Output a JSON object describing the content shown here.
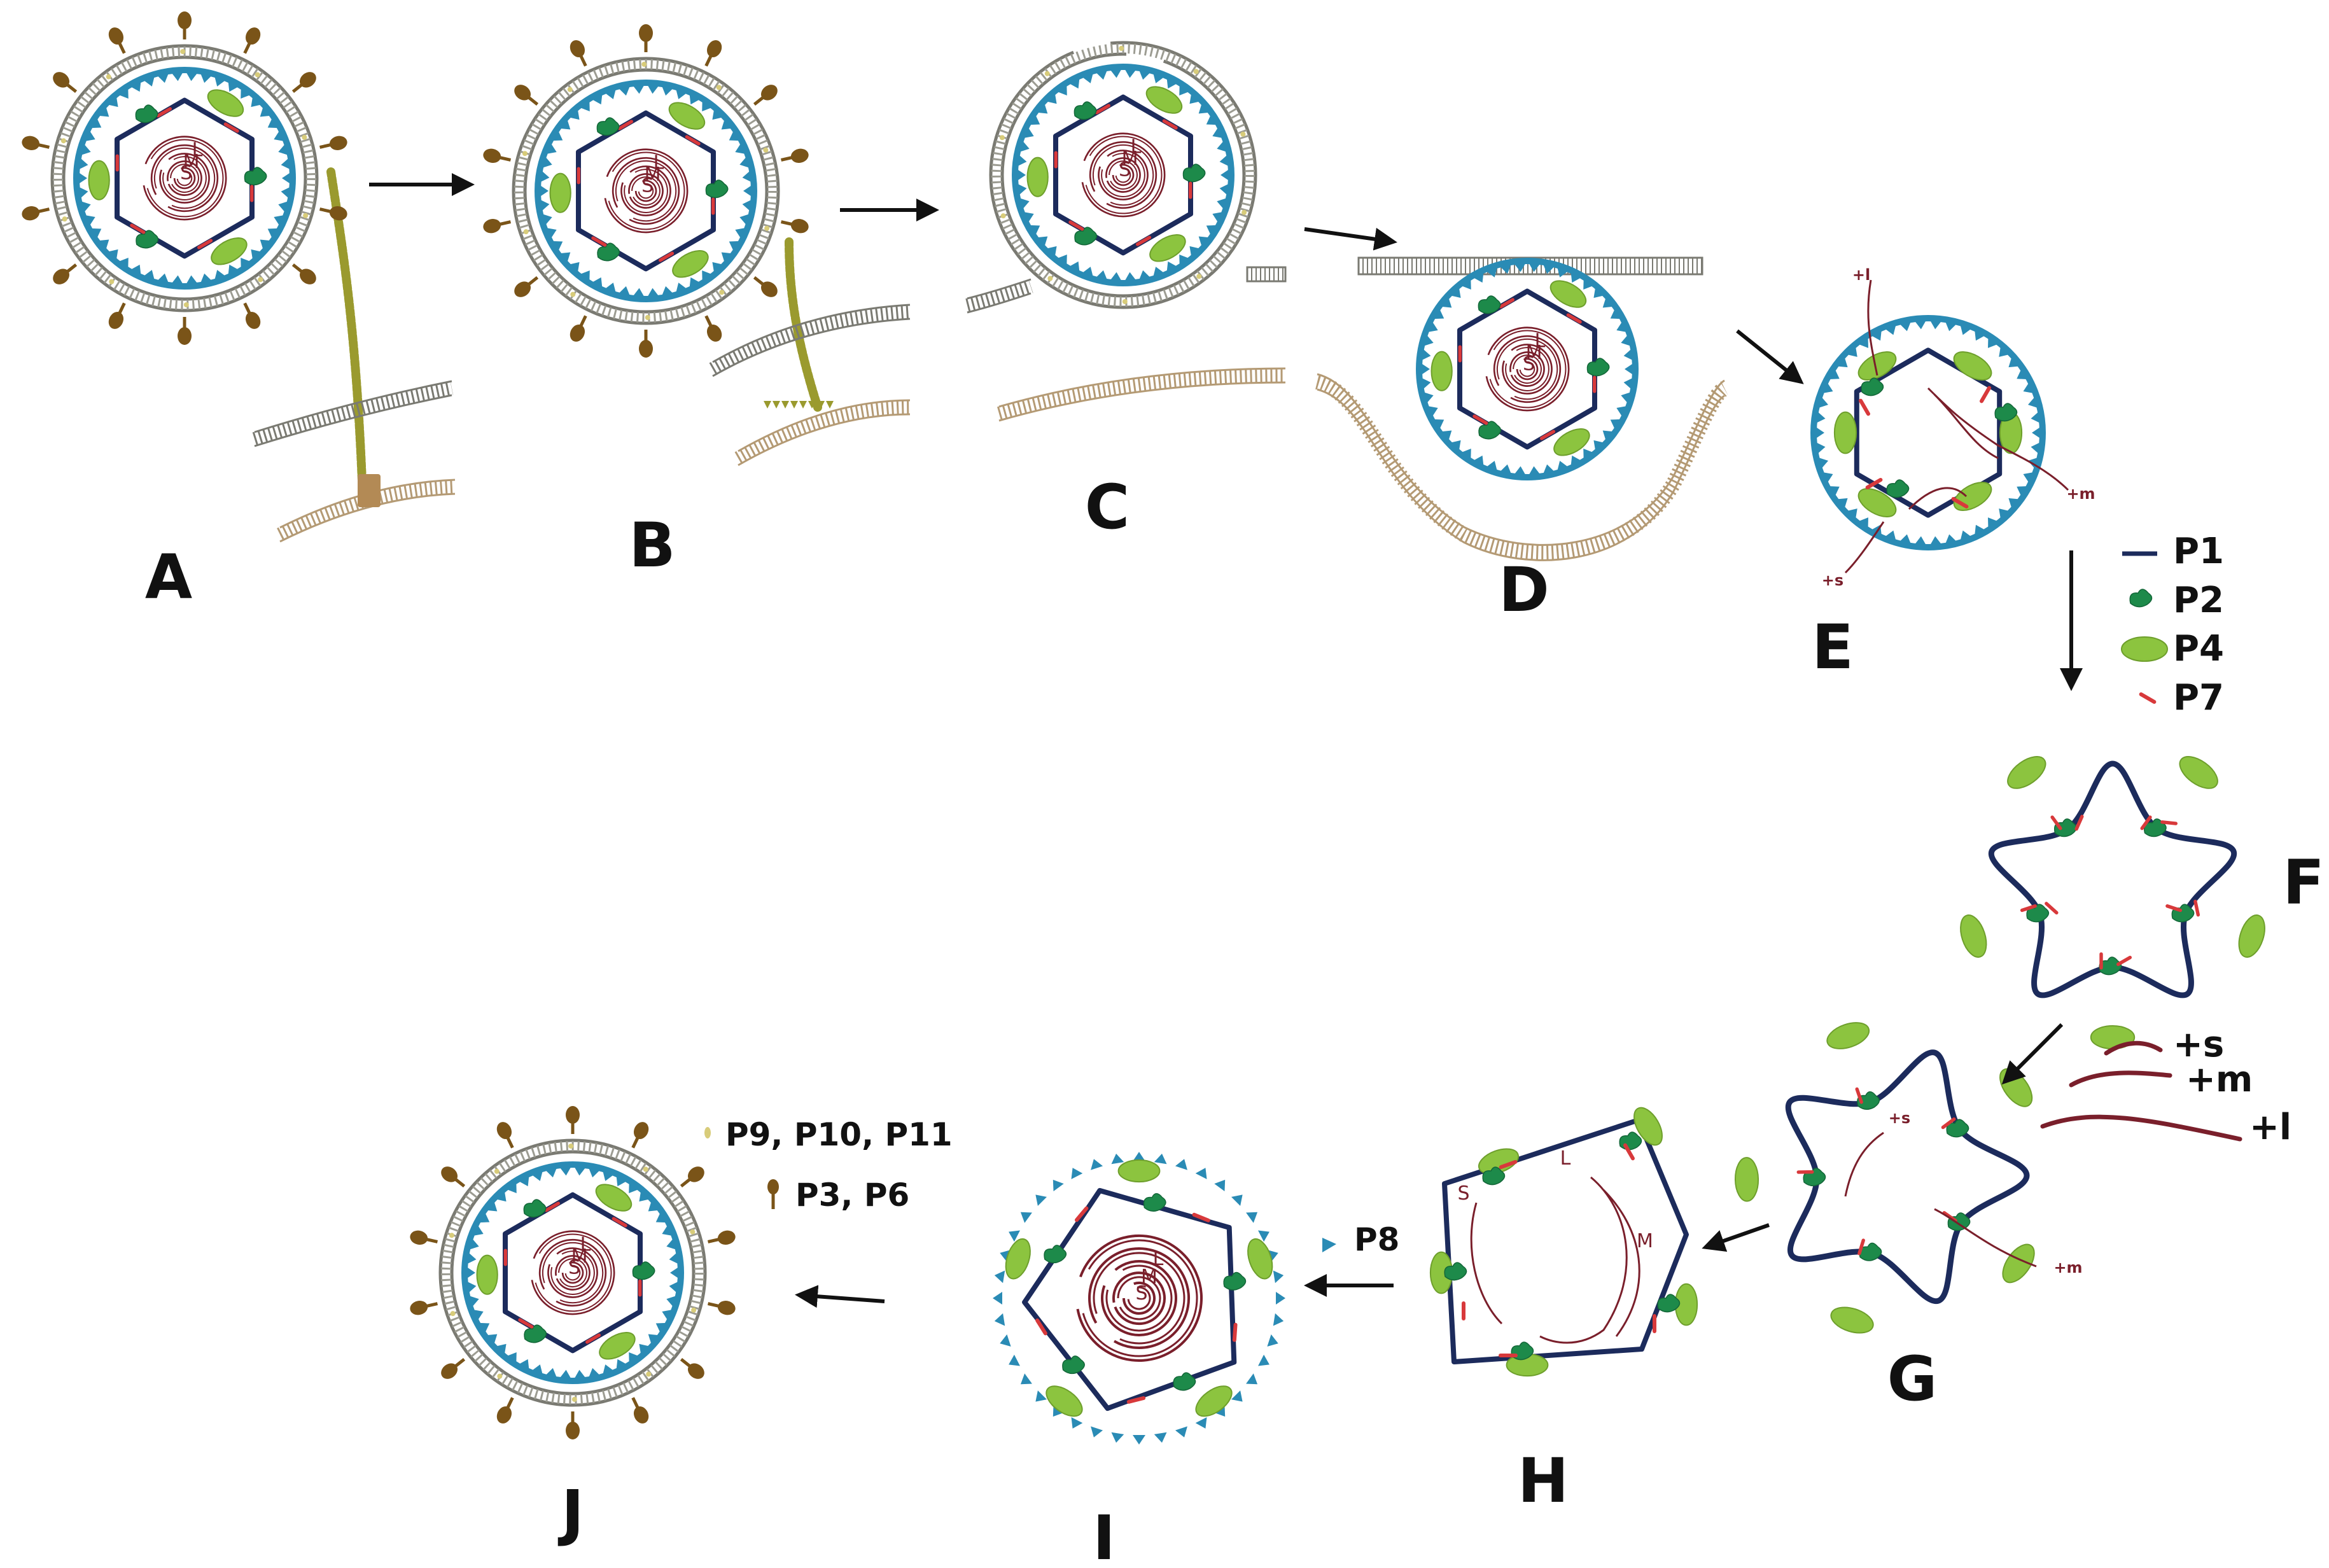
{
  "stages": [
    {
      "id": "A",
      "label": "A"
    },
    {
      "id": "B",
      "label": "B"
    },
    {
      "id": "C",
      "label": "C"
    },
    {
      "id": "D",
      "label": "D"
    },
    {
      "id": "E",
      "label": "E"
    },
    {
      "id": "F",
      "label": "F"
    },
    {
      "id": "G",
      "label": "G"
    },
    {
      "id": "H",
      "label": "H"
    },
    {
      "id": "I",
      "label": "I"
    },
    {
      "id": "J",
      "label": "J"
    }
  ],
  "segments": {
    "l": "L",
    "m": "M",
    "s": "S"
  },
  "rna_strands": {
    "plus_l": "+l",
    "plus_m": "+m",
    "plus_s": "+s"
  },
  "legend_proteins": [
    {
      "label": "P1",
      "icon": "p1-line-icon",
      "color": "#1c2b5c"
    },
    {
      "label": "P2",
      "icon": "p2-blob-icon",
      "color": "#1d8a4a"
    },
    {
      "label": "P4",
      "icon": "p4-ellipse-icon",
      "color": "#8cc43f"
    },
    {
      "label": "P7",
      "icon": "p7-dash-icon",
      "color": "#d8393b"
    }
  ],
  "legend_rna": [
    {
      "label": "+s"
    },
    {
      "label": "+m"
    },
    {
      "label": "+l"
    }
  ],
  "legend_p8": {
    "label": "P8",
    "icon": "p8-triangle-icon",
    "color": "#2a8bb5"
  },
  "legend_outer": [
    {
      "label": "P9, P10, P11",
      "icon": "p9-p10-p11-icon",
      "color": "#d8cc7a"
    },
    {
      "label": "P3, P6",
      "icon": "p3-p6-spike-icon",
      "color": "#7a5418"
    }
  ],
  "colors": {
    "p1_shell": "#1c2b5c",
    "p2": "#1d8a4a",
    "p4": "#8cc43f",
    "p7": "#d8393b",
    "p8": "#2a8bb5",
    "rna": "#7a1f2b",
    "spike": "#7a5418",
    "membrane": "#7a7a72",
    "host_membrane": "#b49a74",
    "pilus": "#9a9a2e"
  }
}
